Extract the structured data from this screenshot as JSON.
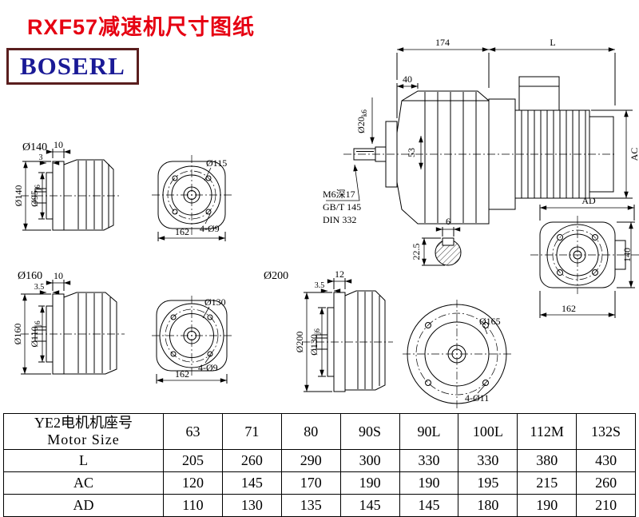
{
  "page": {
    "title": "RXF57减速机尺寸图纸",
    "brand": "BOSERL"
  },
  "colors": {
    "title_red": "#e60012",
    "brand_blue": "#1a1a96",
    "brand_border": "#5a1e1e"
  },
  "main_view": {
    "dim_174": "174",
    "dim_L": "L",
    "dim_40": "40",
    "shaft_dia": "Ø20",
    "shaft_fit": "k6",
    "dim_53": "53",
    "dim_AC": "AC",
    "dim_AD": "AD",
    "tap_spec": "M6深17",
    "std_gb": "GB/T 145",
    "std_din": "DIN 332",
    "key_width": "6",
    "key_height": "22.5",
    "flange_height": "140",
    "flange_width": "162"
  },
  "flange_140": {
    "label": "Ø140",
    "dim_10": "10",
    "dim_3": "3",
    "od": "Ø140",
    "spigot": "Ø95",
    "spigot_fit": "j6",
    "bolt_circle": "Ø115",
    "holes": "4-Ø9",
    "width": "162"
  },
  "flange_160": {
    "label": "Ø160",
    "dim_10": "10",
    "dim_35": "3.5",
    "od": "Ø160",
    "spigot": "Ø110",
    "spigot_fit": "j6",
    "bolt_circle": "Ø130",
    "holes": "4-Ø9",
    "width": "162"
  },
  "flange_200": {
    "label": "Ø200",
    "dim_12": "12",
    "dim_35": "3.5",
    "od": "Ø200",
    "spigot": "Ø130",
    "spigot_fit": "j6",
    "bolt_circle": "Ø165",
    "holes": "4-Ø11"
  },
  "table": {
    "header_cn": "YE2电机机座号",
    "header_en": "Motor Size",
    "sizes": [
      "63",
      "71",
      "80",
      "90S",
      "90L",
      "100L",
      "112M",
      "132S"
    ],
    "rows": [
      {
        "label": "L",
        "values": [
          "205",
          "260",
          "290",
          "300",
          "330",
          "330",
          "380",
          "430"
        ]
      },
      {
        "label": "AC",
        "values": [
          "120",
          "145",
          "170",
          "190",
          "190",
          "195",
          "215",
          "260"
        ]
      },
      {
        "label": "AD",
        "values": [
          "110",
          "130",
          "135",
          "145",
          "145",
          "180",
          "190",
          "210"
        ]
      }
    ]
  }
}
